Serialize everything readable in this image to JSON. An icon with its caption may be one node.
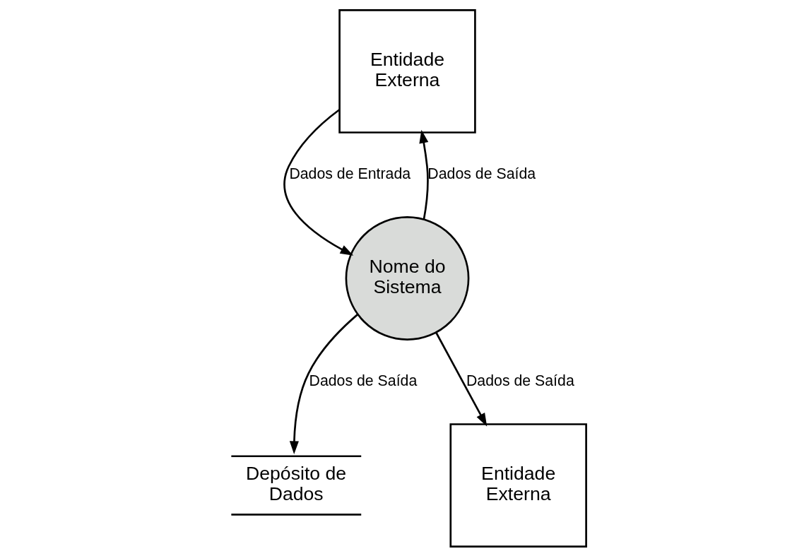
{
  "diagram": {
    "nodes": [
      {
        "text": [
          "Entidade Externa"
        ]
      },
      {
        "text": [
          "Depósito de Dados"
        ]
      },
      {
        "text": [
          "Nome do Sistema"
        ]
      },
      {
        "text": [
          "Entidade Externa"
        ]
      }
    ],
    "edges": [
      {
        "from": 0,
        "to": 2,
        "arrow": "to",
        "label": "Dados de Entrada"
      },
      {
        "from": 2,
        "to": 0,
        "arrow": "to",
        "label": "Dados de Saída"
      },
      {
        "from": 2,
        "to": 1,
        "arrow": "to",
        "label": "Dados de Saída"
      },
      {
        "from": 2,
        "to": 3,
        "arrow": "to",
        "label": "Dados de Saída"
      }
    ]
  }
}
